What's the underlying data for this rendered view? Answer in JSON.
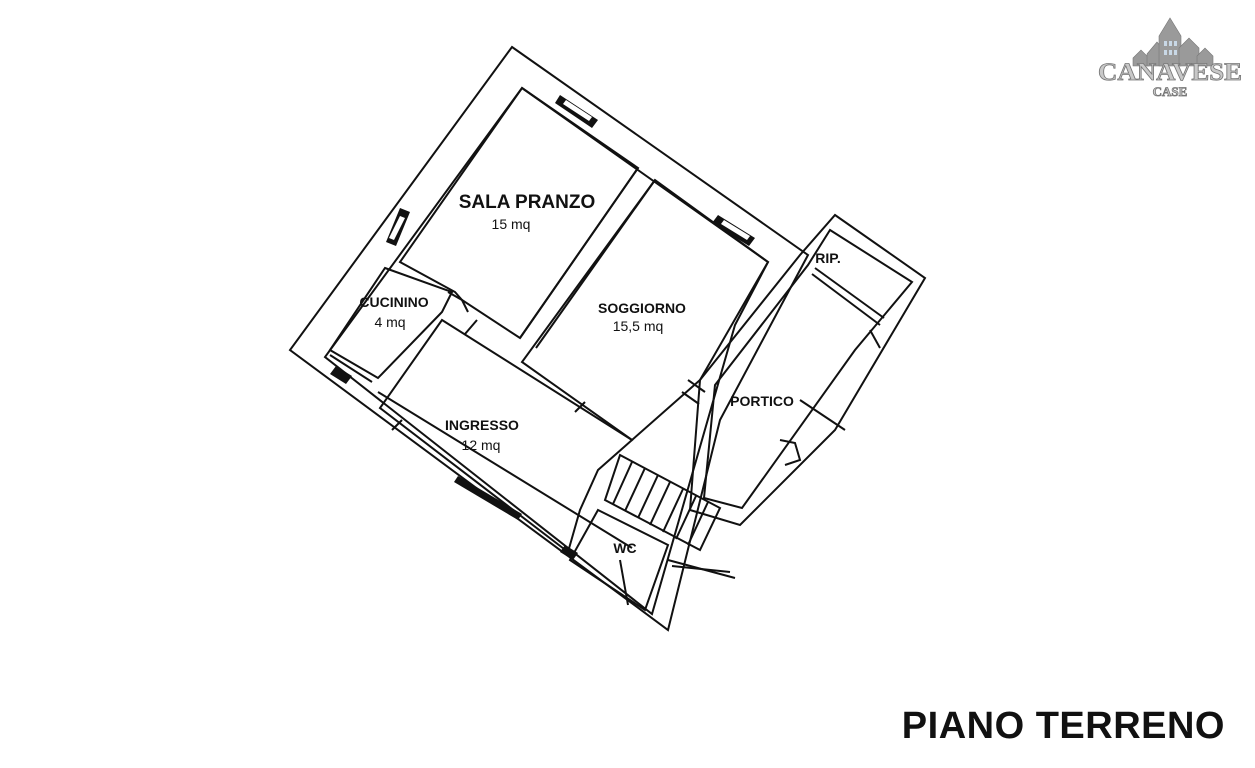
{
  "floor_label": "PIANO TERRENO",
  "logo": {
    "word": "CANAVESE",
    "sub": "CASE"
  },
  "rooms": [
    {
      "id": "sala-pranzo",
      "name": "SALA PRANZO",
      "area": "15 mq"
    },
    {
      "id": "cucinino",
      "name": "CUCININO",
      "area": "4 mq"
    },
    {
      "id": "soggiorno",
      "name": "SOGGIORNO",
      "area": "15,5 mq"
    },
    {
      "id": "ingresso",
      "name": "INGRESSO",
      "area": "12 mq"
    },
    {
      "id": "portico",
      "name": "PORTICO",
      "area": ""
    },
    {
      "id": "rip",
      "name": "RIP.",
      "area": ""
    },
    {
      "id": "wc",
      "name": "WC",
      "area": ""
    }
  ],
  "colors": {
    "line": "#111111",
    "logo_fill": "#c8c8c8",
    "logo_house": "#9a9a9a"
  }
}
